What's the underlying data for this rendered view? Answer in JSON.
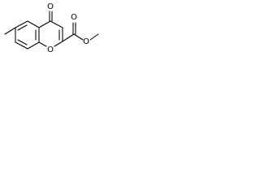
{
  "diagram": {
    "type": "chemical-structure",
    "atoms": {
      "ring_oxygen": "O",
      "carbonyl_oxygen_ring": "O",
      "ester_carbonyl_oxygen": "O",
      "ester_oxygen": "O"
    }
  }
}
